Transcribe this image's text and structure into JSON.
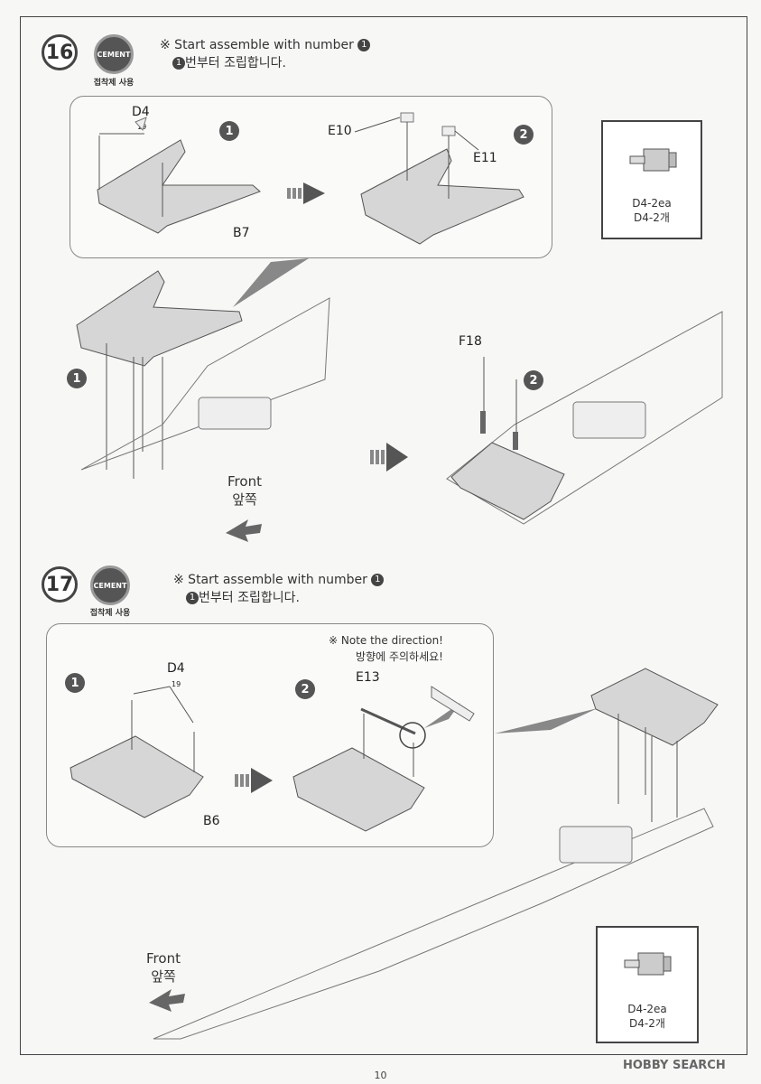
{
  "step16": {
    "number": "16",
    "cement_icon": "CEMENT",
    "cement_caption": "접착제 사용",
    "note_en": "※ Start assemble with number",
    "note_num": "1",
    "note_kr": "번부터 조립합니다.",
    "panel": {
      "badge1": "1",
      "badge2": "2",
      "label_d4": "D4",
      "label_d4_sub": "19",
      "label_b7": "B7",
      "label_e10": "E10",
      "label_e11": "E11"
    },
    "badge1": "1",
    "badge2": "2",
    "label_f18": "F18",
    "front_en": "Front",
    "front_kr": "앞쪽",
    "side_box": {
      "line1": "D4-2ea",
      "line2": "D4-2개"
    }
  },
  "step17": {
    "number": "17",
    "cement_icon": "CEMENT",
    "cement_caption": "접착제 사용",
    "note_en": "※ Start assemble with number",
    "note_num": "1",
    "note_kr": "번부터 조립합니다.",
    "panel": {
      "badge1": "1",
      "badge2": "2",
      "label_d4": "D4",
      "label_d4_sub": "19",
      "label_b6": "B6",
      "label_e13": "E13",
      "direction_en": "※ Note the direction!",
      "direction_kr": "방향에 주의하세요!"
    },
    "front_en": "Front",
    "front_kr": "앞쪽",
    "side_box": {
      "line1": "D4-2ea",
      "line2": "D4-2개"
    }
  },
  "page_number": "10",
  "watermark": "HOBBY SEARCH"
}
